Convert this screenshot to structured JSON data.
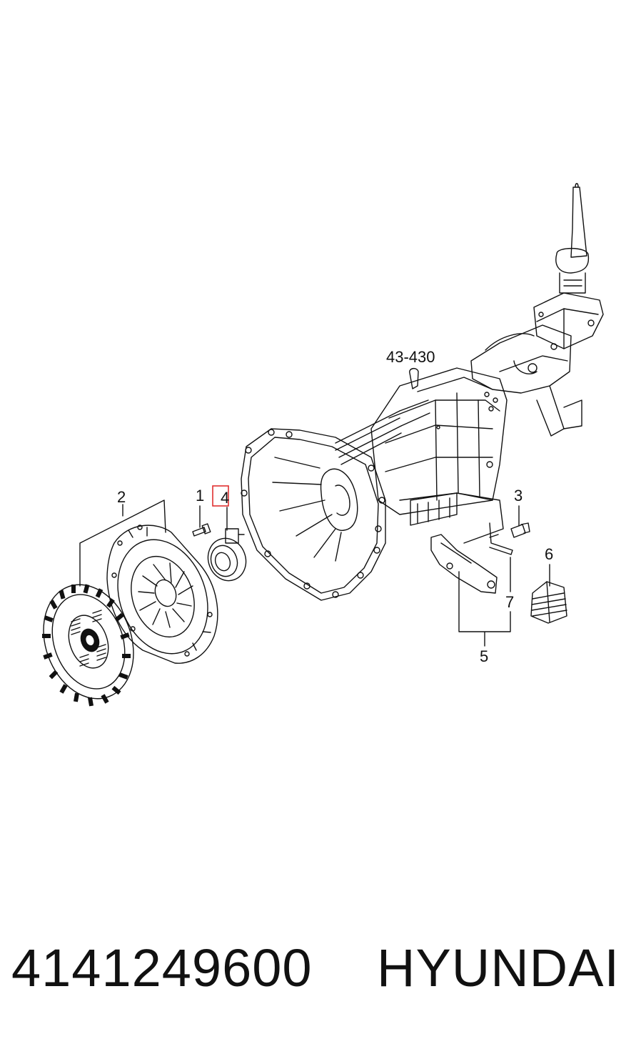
{
  "diagram": {
    "callouts": {
      "c1": "1",
      "c2": "2",
      "c3": "3",
      "c4": "4",
      "c5": "5",
      "c6": "6",
      "c7": "7",
      "ref": "43-430"
    },
    "highlight_color": "#e03030",
    "line_color": "#111111"
  },
  "footer": {
    "part_number": "4141249600",
    "brand": "HYUNDAI"
  }
}
